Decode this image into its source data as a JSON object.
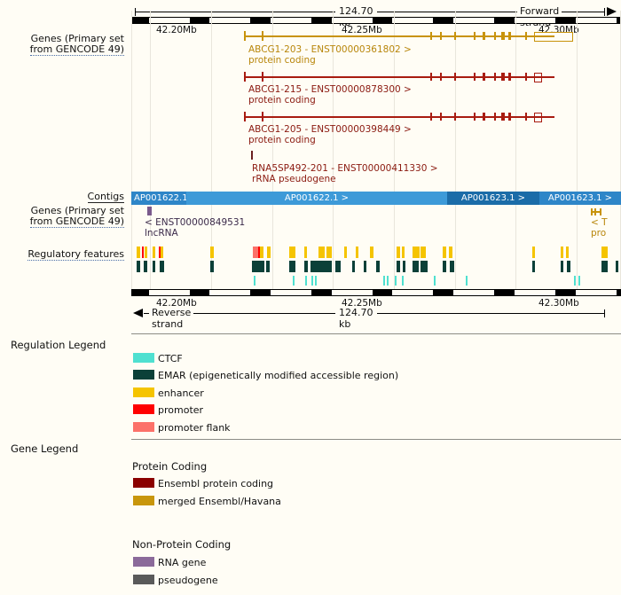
{
  "view": {
    "span_label": "124.70 kb",
    "forward_strand_label": "Forward strand",
    "reverse_strand_label": "Reverse strand",
    "top_ticks": [
      "42.20Mb",
      "42.25Mb",
      "42.30Mb"
    ],
    "bottom_ticks": [
      "42.20Mb",
      "42.25Mb",
      "42.30Mb"
    ]
  },
  "tracks": {
    "genes_primary_top": {
      "line1": "Genes (Primary set",
      "line2": "from GENCODE 49)"
    },
    "contigs": {
      "label": "Contigs"
    },
    "genes_primary_bottom": {
      "line1": "Genes (Primary set",
      "line2": "from GENCODE 49)"
    },
    "regulatory": {
      "label": "Regulatory features"
    }
  },
  "transcripts": [
    {
      "name": "ABCG1-203 - ENST00000361802 >",
      "biotype": "protein coding",
      "color": "#c8930a"
    },
    {
      "name": "ABCG1-215 - ENST00000878300 >",
      "biotype": "protein coding",
      "color": "#a81c10"
    },
    {
      "name": "ABCG1-205 - ENST00000398449 >",
      "biotype": "protein coding",
      "color": "#a81c10"
    },
    {
      "name": "RNA5SP492-201 - ENST00000411330 >",
      "biotype": "rRNA pseudogene",
      "color": "#6b2020"
    },
    {
      "name": "< ENST00000849531",
      "biotype": "lncRNA",
      "color": "#7a5a8c"
    },
    {
      "name": "< T",
      "biotype": "pro",
      "color": "#b8860b"
    }
  ],
  "contigs": [
    {
      "label": "AP001622.1 >",
      "color": "#2e86c8",
      "align": "left"
    },
    {
      "label": "AP001622.1 >",
      "color": "#3d9ad8",
      "align": "center"
    },
    {
      "label": "AP001623.1 >",
      "color": "#1b6ca8",
      "align": "center"
    },
    {
      "label": "AP001623.1 >",
      "color": "#2e86c8",
      "align": "center"
    }
  ],
  "regulation_legend": {
    "title": "Regulation Legend",
    "items": [
      {
        "label": "CTCF",
        "color": "#4fe0d0"
      },
      {
        "label": "EMAR (epigenetically modified accessible region)",
        "color": "#0b4038"
      },
      {
        "label": "enhancer",
        "color": "#f5c400"
      },
      {
        "label": "promoter",
        "color": "#ff0000"
      },
      {
        "label": "promoter flank",
        "color": "#fc7169"
      }
    ]
  },
  "gene_legend": {
    "title": "Gene Legend",
    "groups": [
      {
        "heading": "Protein Coding",
        "items": [
          {
            "label": "Ensembl protein coding",
            "color": "#8b0000"
          },
          {
            "label": "merged Ensembl/Havana",
            "color": "#c8960c"
          }
        ]
      },
      {
        "heading": "Non-Protein Coding",
        "items": [
          {
            "label": "RNA gene",
            "color": "#8b6a9a"
          },
          {
            "label": "pseudogene",
            "color": "#5a5a5a"
          }
        ]
      }
    ]
  }
}
